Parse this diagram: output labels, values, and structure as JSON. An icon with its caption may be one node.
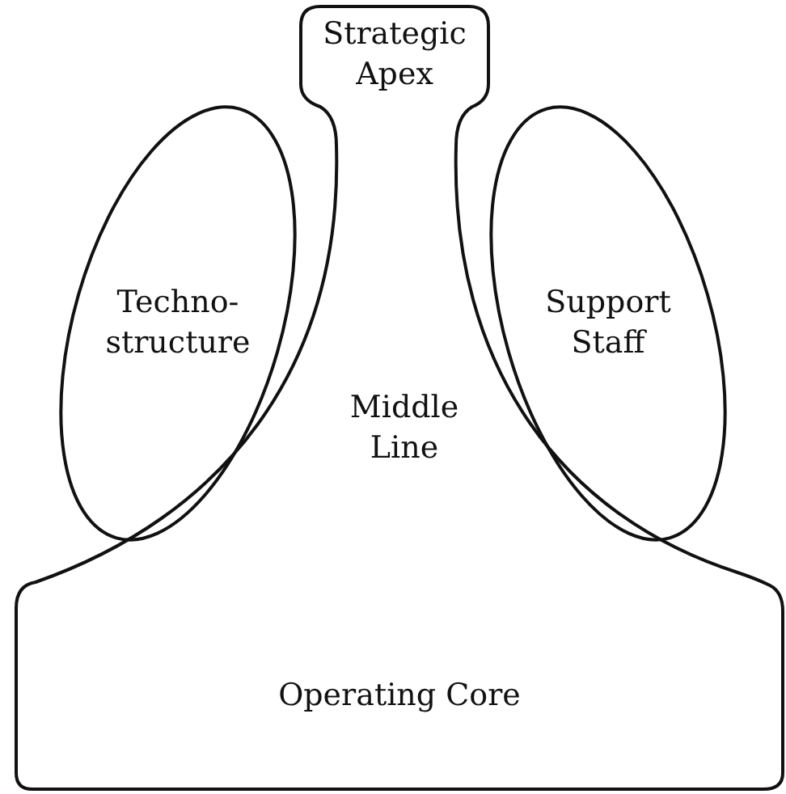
{
  "diagram": {
    "nodes": [
      {
        "text": [
          "Strategic Apex"
        ]
      },
      {
        "text": [
          "Techno-structure"
        ]
      },
      {
        "text": [
          "Middle Line"
        ]
      },
      {
        "text": [
          "Support Staff"
        ]
      },
      {
        "text": [
          "Operating Core"
        ]
      }
    ]
  }
}
